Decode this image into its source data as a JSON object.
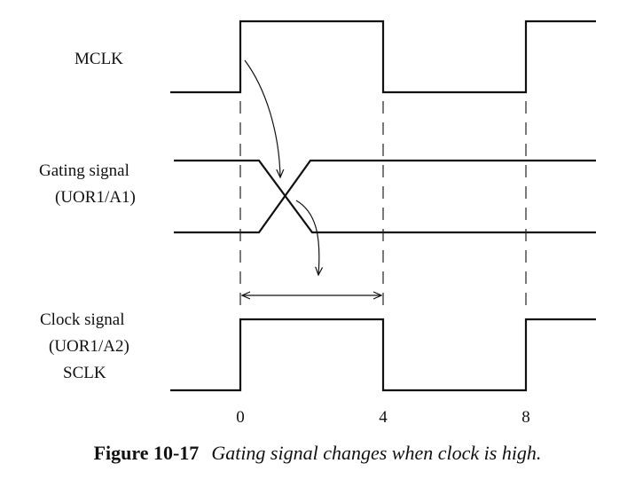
{
  "signals": {
    "mclk": {
      "label": "MCLK"
    },
    "gating": {
      "label_line1": "Gating signal",
      "label_line2": "(UOR1/A1)"
    },
    "clock": {
      "label_line1": "Clock signal",
      "label_line2": "(UOR1/A2)",
      "label_line3": "SCLK"
    }
  },
  "axis": {
    "ticks": [
      "0",
      "4",
      "8"
    ]
  },
  "caption": {
    "number": "Figure 10-17",
    "text": "Gating signal changes when clock is high."
  }
}
